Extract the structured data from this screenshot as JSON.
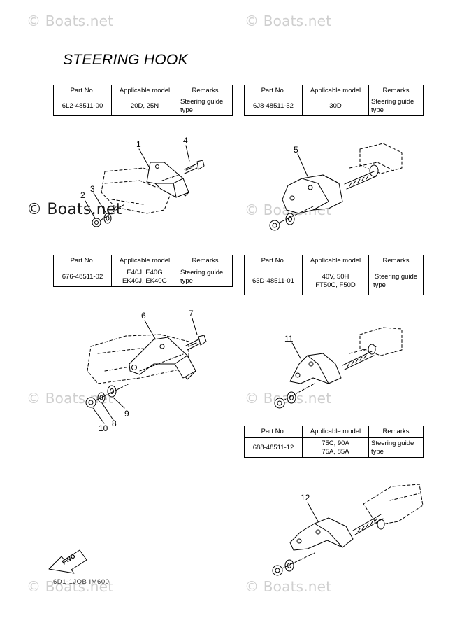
{
  "title": "STEERING HOOK",
  "watermark": "© Boats.net",
  "table_headers": {
    "part_no": "Part No.",
    "model": "Applicable model",
    "remarks": "Remarks"
  },
  "tables": [
    {
      "part_no": "6L2-48511-00",
      "model_1": "20D, 25N",
      "model_2": "",
      "remarks_1": "Steering guide",
      "remarks_2": "type"
    },
    {
      "part_no": "6J8-48511-52",
      "model_1": "30D",
      "model_2": "",
      "remarks_1": "Steering guide",
      "remarks_2": "type"
    },
    {
      "part_no": "676-48511-02",
      "model_1": "E40J, E40G",
      "model_2": "EK40J, EK40G",
      "remarks_1": "Steering guide",
      "remarks_2": "type"
    },
    {
      "part_no": "63D-48511-01",
      "model_1": "40V, 50H",
      "model_2": "FT50C, F50D",
      "remarks_1": "Steering guide",
      "remarks_2": "type"
    },
    {
      "part_no": "688-48511-12",
      "model_1": "75C, 90A",
      "model_2": "75A, 85A",
      "remarks_1": "Steering guide",
      "remarks_2": "type"
    }
  ],
  "callouts": [
    "1",
    "2",
    "3",
    "4",
    "5",
    "6",
    "7",
    "8",
    "9",
    "10",
    "11",
    "12"
  ],
  "fwd_label": "FWD",
  "page_code": "6D1-1JOB IM600"
}
